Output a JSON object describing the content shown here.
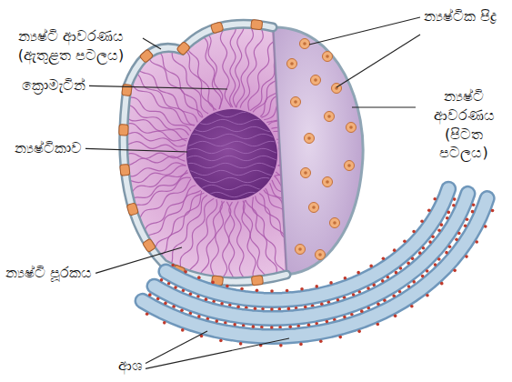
{
  "diagram": {
    "labels": [
      "න්‍යෂ්ටි ආවරණය (ඇතුළත පටලය)",
      "න්‍යෂ්ටික පිද්‍ර",
      "ක්‍රොමැටින්",
      "න්‍යෂ්ටි ආවරණය (පිටත පටලය)",
      "න්‍යෂ්ටිකාව",
      "න්‍යෂ්ටි පූරකය",
      "ආශ"
    ]
  }
}
